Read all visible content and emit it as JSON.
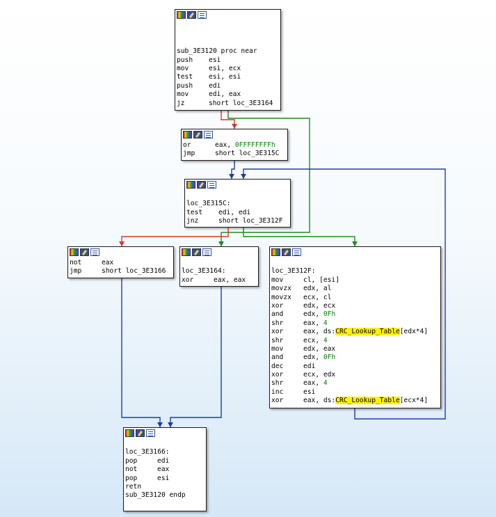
{
  "colors": {
    "edge_true": "#1f8a1f",
    "edge_false": "#d9352a",
    "edge_jump": "#1f3aa8",
    "highlight": "#fff200",
    "immediate": "#008000"
  },
  "header_icons": [
    "color-palette-icon",
    "edit-node-icon",
    "graph-overview-icon"
  ],
  "nodes": [
    {
      "id": "sub_3E3120",
      "lines": [
        {
          "blank": true
        },
        {
          "blank": true
        },
        {
          "blank": true
        },
        {
          "label": "sub_3E3120 proc near"
        },
        {
          "mn": "push",
          "ops": [
            {
              "t": "esi"
            }
          ]
        },
        {
          "mn": "mov",
          "ops": [
            {
              "t": "esi, ecx"
            }
          ]
        },
        {
          "mn": "test",
          "ops": [
            {
              "t": "esi, esi"
            }
          ]
        },
        {
          "mn": "push",
          "ops": [
            {
              "t": "edi"
            }
          ]
        },
        {
          "mn": "mov",
          "ops": [
            {
              "t": "edi, eax"
            }
          ]
        },
        {
          "mn": "jz",
          "ops": [
            {
              "t": "short loc_3E3164"
            }
          ]
        }
      ]
    },
    {
      "id": "or_block",
      "lines": [
        {
          "mn": "or",
          "ops": [
            {
              "t": "eax, "
            },
            {
              "t": "0FFFFFFFFh",
              "c": "num"
            }
          ]
        },
        {
          "mn": "jmp",
          "ops": [
            {
              "t": "short loc_3E315C"
            }
          ]
        }
      ]
    },
    {
      "id": "loc_3E315C",
      "lines": [
        {
          "blank": true
        },
        {
          "label": "loc_3E315C:"
        },
        {
          "mn": "test",
          "ops": [
            {
              "t": "edi, edi"
            }
          ]
        },
        {
          "mn": "jnz",
          "ops": [
            {
              "t": "short loc_3E312F"
            }
          ]
        }
      ]
    },
    {
      "id": "not_block",
      "lines": [
        {
          "mn": "not",
          "ops": [
            {
              "t": "eax"
            }
          ]
        },
        {
          "mn": "jmp",
          "ops": [
            {
              "t": "short loc_3E3166"
            }
          ]
        }
      ]
    },
    {
      "id": "loc_3E3164",
      "lines": [
        {
          "blank": true
        },
        {
          "label": "loc_3E3164:"
        },
        {
          "mn": "xor",
          "ops": [
            {
              "t": "eax, eax"
            }
          ]
        }
      ]
    },
    {
      "id": "loc_3E312F",
      "lines": [
        {
          "blank": true
        },
        {
          "label": "loc_3E312F:"
        },
        {
          "mn": "mov",
          "ops": [
            {
              "t": "cl, [esi]"
            }
          ]
        },
        {
          "mn": "movzx",
          "ops": [
            {
              "t": "edx, al"
            }
          ]
        },
        {
          "mn": "movzx",
          "ops": [
            {
              "t": "ecx, cl"
            }
          ]
        },
        {
          "mn": "xor",
          "ops": [
            {
              "t": "edx, ecx"
            }
          ]
        },
        {
          "mn": "and",
          "ops": [
            {
              "t": "edx, "
            },
            {
              "t": "0Fh",
              "c": "num"
            }
          ]
        },
        {
          "mn": "shr",
          "ops": [
            {
              "t": "eax, "
            },
            {
              "t": "4",
              "c": "num"
            }
          ]
        },
        {
          "mn": "xor",
          "ops": [
            {
              "t": "eax, ds:"
            },
            {
              "t": "CRC_Lookup_Table",
              "c": "hl"
            },
            {
              "t": "[edx*4]"
            }
          ]
        },
        {
          "mn": "shr",
          "ops": [
            {
              "t": "ecx, "
            },
            {
              "t": "4",
              "c": "num"
            }
          ]
        },
        {
          "mn": "mov",
          "ops": [
            {
              "t": "edx, eax"
            }
          ]
        },
        {
          "mn": "and",
          "ops": [
            {
              "t": "edx, "
            },
            {
              "t": "0Fh",
              "c": "num"
            }
          ]
        },
        {
          "mn": "dec",
          "ops": [
            {
              "t": "edi"
            }
          ]
        },
        {
          "mn": "xor",
          "ops": [
            {
              "t": "ecx, edx"
            }
          ]
        },
        {
          "mn": "shr",
          "ops": [
            {
              "t": "eax, "
            },
            {
              "t": "4",
              "c": "num"
            }
          ]
        },
        {
          "mn": "inc",
          "ops": [
            {
              "t": "esi"
            }
          ]
        },
        {
          "mn": "xor",
          "ops": [
            {
              "t": "eax, ds:"
            },
            {
              "t": "CRC_Lookup_Table",
              "c": "hl"
            },
            {
              "t": "[ecx*4]"
            }
          ]
        }
      ]
    },
    {
      "id": "loc_3E3166",
      "lines": [
        {
          "blank": true
        },
        {
          "label": "loc_3E3166:"
        },
        {
          "mn": "pop",
          "ops": [
            {
              "t": "edi"
            }
          ]
        },
        {
          "mn": "not",
          "ops": [
            {
              "t": "eax"
            }
          ]
        },
        {
          "mn": "pop",
          "ops": [
            {
              "t": "esi"
            }
          ]
        },
        {
          "mn": "retn",
          "ops": []
        },
        {
          "label": "sub_3E3120 endp"
        }
      ]
    }
  ],
  "edges": [
    {
      "from": "sub_3E3120",
      "to": "or_block",
      "kind": "false"
    },
    {
      "from": "sub_3E3120",
      "to": "loc_3E3164",
      "kind": "true"
    },
    {
      "from": "or_block",
      "to": "loc_3E315C",
      "kind": "jump"
    },
    {
      "from": "loc_3E315C",
      "to": "not_block",
      "kind": "false"
    },
    {
      "from": "loc_3E315C",
      "to": "loc_3E312F",
      "kind": "true"
    },
    {
      "from": "loc_3E312F",
      "to": "loc_3E315C",
      "kind": "jump"
    },
    {
      "from": "not_block",
      "to": "loc_3E3166",
      "kind": "jump"
    },
    {
      "from": "loc_3E3164",
      "to": "loc_3E3166",
      "kind": "jump"
    }
  ]
}
